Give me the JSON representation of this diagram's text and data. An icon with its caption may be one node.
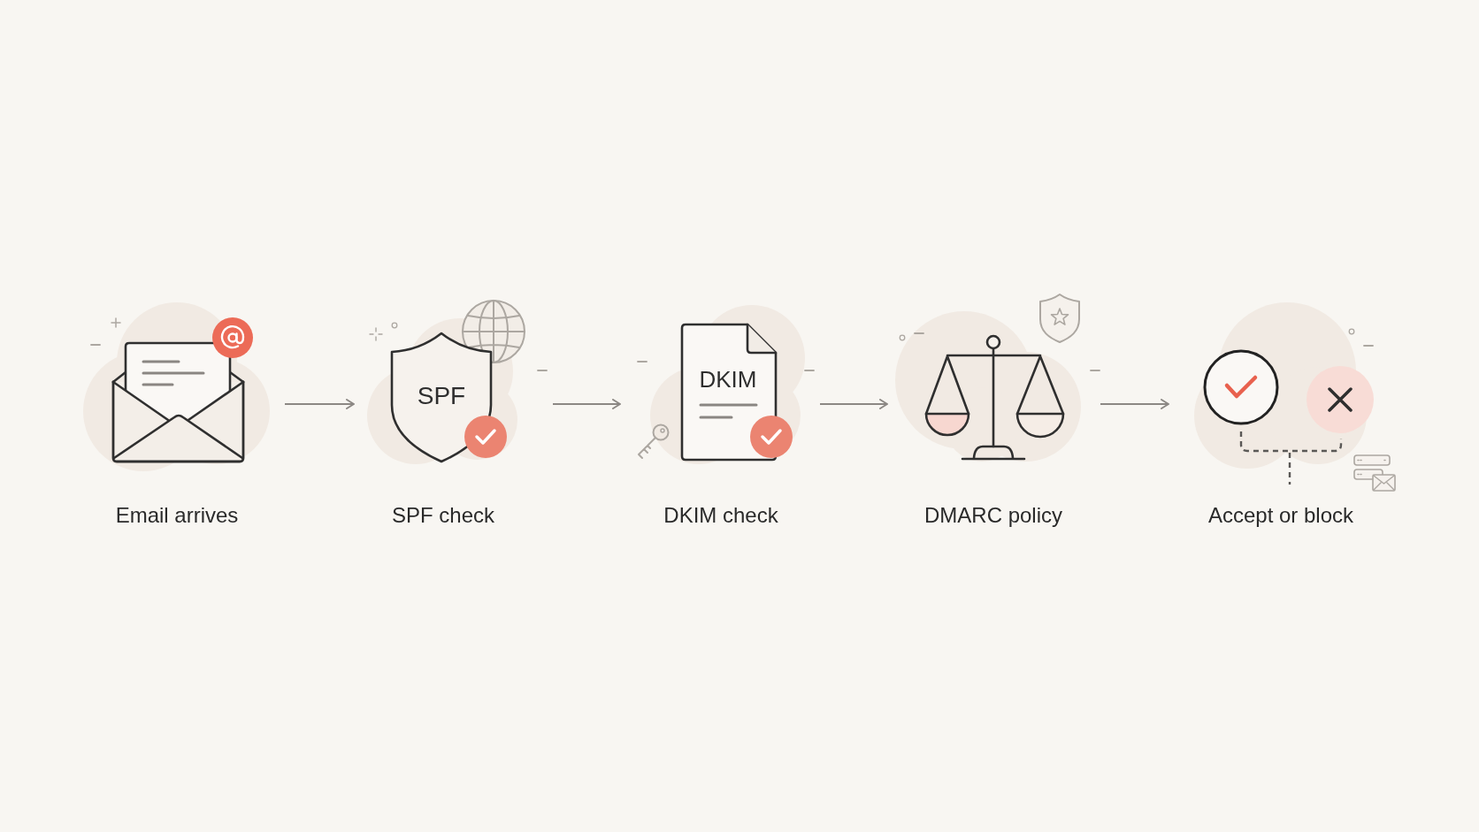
{
  "diagram": {
    "nodes": [
      {
        "text": [
          "Email arrives"
        ]
      },
      {
        "text": [
          "SPF",
          "SPF check"
        ]
      },
      {
        "text": [
          "DKIM",
          "DKIM check"
        ]
      },
      {
        "text": [
          "DMARC policy"
        ]
      },
      {
        "text": [
          "Accept or block"
        ]
      }
    ],
    "edges": [
      {
        "from": 0,
        "to": 1,
        "arrow": "to"
      },
      {
        "from": 1,
        "to": 2,
        "arrow": "to"
      },
      {
        "from": 2,
        "to": 3,
        "arrow": "to"
      },
      {
        "from": 3,
        "to": 4,
        "arrow": "to"
      }
    ]
  }
}
